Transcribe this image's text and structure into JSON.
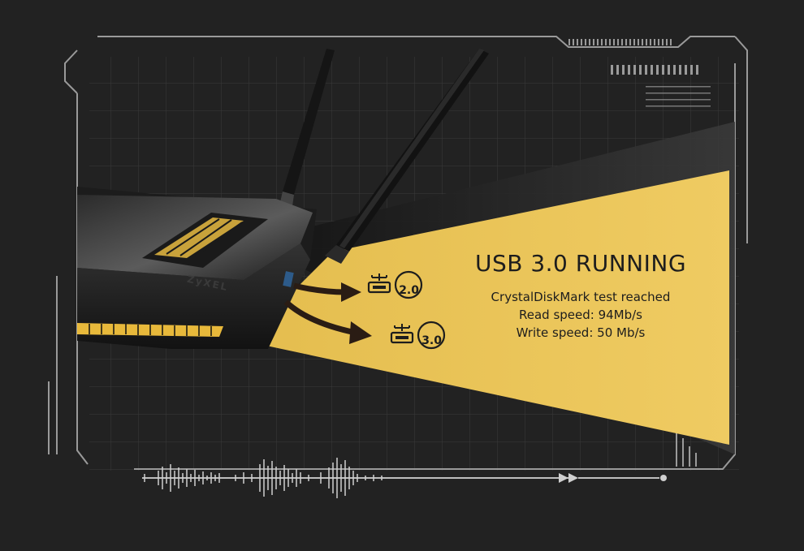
{
  "hero": {
    "title": "USB 3.0 RUNNING",
    "lines": [
      "CrystalDiskMark test reached",
      "Read speed: 94Mb/s",
      "Write speed: 50 Mb/s"
    ]
  },
  "device": {
    "brand": "ZyXEL"
  },
  "ports": [
    {
      "label": "2.0",
      "icon": "usb-icon"
    },
    {
      "label": "3.0",
      "icon": "usb-icon"
    }
  ],
  "colors": {
    "background": "#222222",
    "accent": "#ecc75a",
    "frame": "#9a9a9a",
    "text": "#1d1d1d"
  }
}
